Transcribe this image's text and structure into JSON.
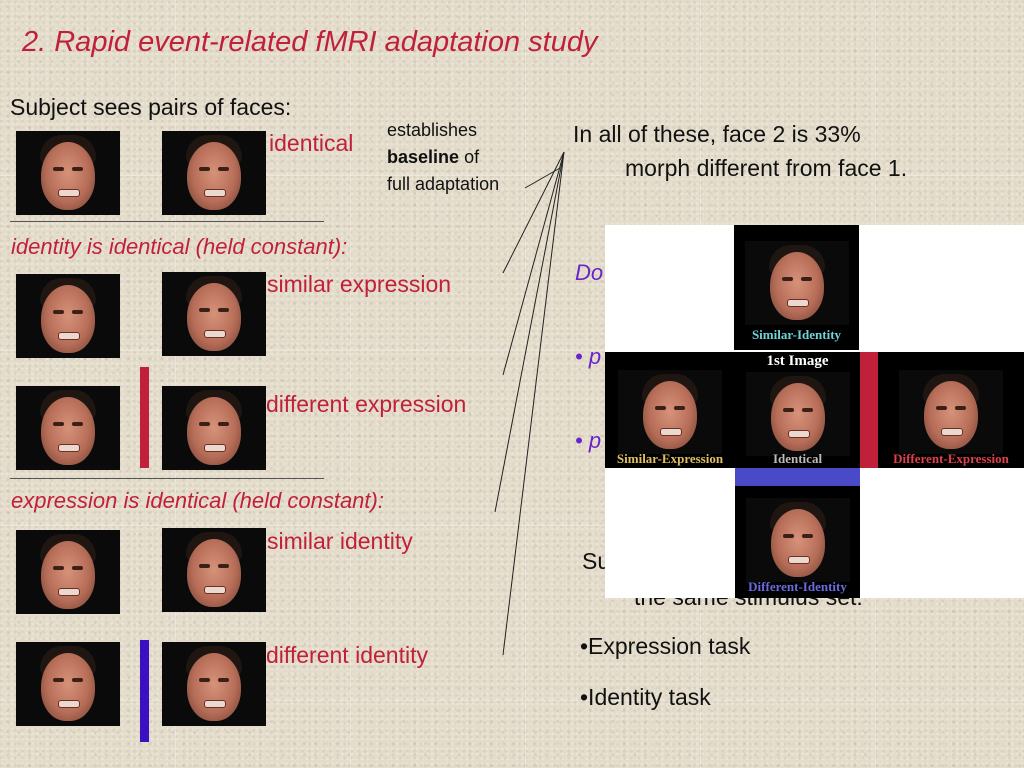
{
  "title": "2. Rapid event-related fMRI adaptation study",
  "left": {
    "intro": "Subject sees pairs of faces:",
    "identical_label": "identical",
    "baseline_pre": "establishes",
    "baseline_bold": "baseline",
    "baseline_post": "of",
    "baseline_line3": "full adaptation",
    "section1": "identity is identical (held constant):",
    "similar_expression": "similar expression",
    "different_expression": "different expression",
    "section2": "expression is identical (held constant):",
    "similar_identity": "similar identity",
    "different_identity": "different identity"
  },
  "right": {
    "morph_line1": "In all of these, face 2 is 33%",
    "morph_line2": "morph different from face 1.",
    "partial_do": "Do",
    "partial_p1": "• p",
    "partial_p2": "• p",
    "partial_su": "Su",
    "partial_stim": "the same stimulus set:",
    "task1": "•Expression task",
    "task2": "•Identity task"
  },
  "stimulus_figure": {
    "similar_identity": "Similar-Identity",
    "first_image": "1st Image",
    "similar_expression": "Similar-Expression",
    "identical": "Identical",
    "different_expression": "Different-Expression",
    "different_identity": "Different-Identity"
  },
  "colors": {
    "title_red": "#c0203a",
    "purple": "#6a25c8",
    "bar_red": "#c0203a",
    "bar_blue": "#3a10c0",
    "label_cyan": "#6fd3d8",
    "label_yellow": "#e0c060",
    "label_red": "#e0404a",
    "label_blue": "#6a6ae0"
  }
}
